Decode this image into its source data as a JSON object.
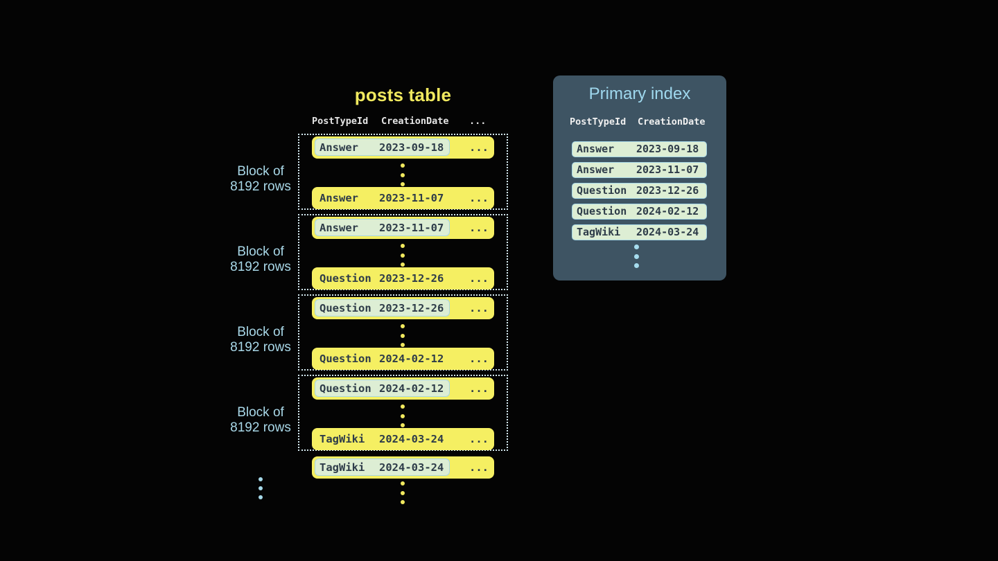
{
  "posts_table": {
    "title": "posts table",
    "columns": [
      "PostTypeId",
      "CreationDate",
      "..."
    ],
    "row_more": "...",
    "block_label": {
      "line1": "Block of",
      "line2": "8192 rows"
    },
    "blocks": [
      {
        "first_row": {
          "post_type": "Answer",
          "creation_date": "2023-09-18"
        },
        "last_row": {
          "post_type": "Answer",
          "creation_date": "2023-11-07"
        }
      },
      {
        "first_row": {
          "post_type": "Answer",
          "creation_date": "2023-11-07"
        },
        "last_row": {
          "post_type": "Question",
          "creation_date": "2023-12-26"
        }
      },
      {
        "first_row": {
          "post_type": "Question",
          "creation_date": "2023-12-26"
        },
        "last_row": {
          "post_type": "Question",
          "creation_date": "2024-02-12"
        }
      },
      {
        "first_row": {
          "post_type": "Question",
          "creation_date": "2024-02-12"
        },
        "last_row": {
          "post_type": "TagWiki",
          "creation_date": "2024-03-24"
        }
      }
    ],
    "next_block_first_row": {
      "post_type": "TagWiki",
      "creation_date": "2024-03-24"
    }
  },
  "primary_index": {
    "title": "Primary index",
    "columns": [
      "PostTypeId",
      "CreationDate"
    ],
    "entries": [
      {
        "post_type": "Answer",
        "creation_date": "2023-09-18"
      },
      {
        "post_type": "Answer",
        "creation_date": "2023-11-07"
      },
      {
        "post_type": "Question",
        "creation_date": "2023-12-26"
      },
      {
        "post_type": "Question",
        "creation_date": "2024-02-12"
      },
      {
        "post_type": "TagWiki",
        "creation_date": "2024-03-24"
      }
    ]
  },
  "colors": {
    "background": "#040404",
    "row_yellow": "#f5ef62",
    "title_yellow": "#f0e95f",
    "highlight_mint": "#ddeed4",
    "highlight_border": "#a5d6e6",
    "dark_text": "#2e3c49",
    "panel_background": "#3e5463",
    "panel_title_blue": "#9fd8ee",
    "block_label_blue": "#a9d8e8",
    "header_text": "#e4e4e4",
    "dotted_border": "#d6ebf2"
  }
}
